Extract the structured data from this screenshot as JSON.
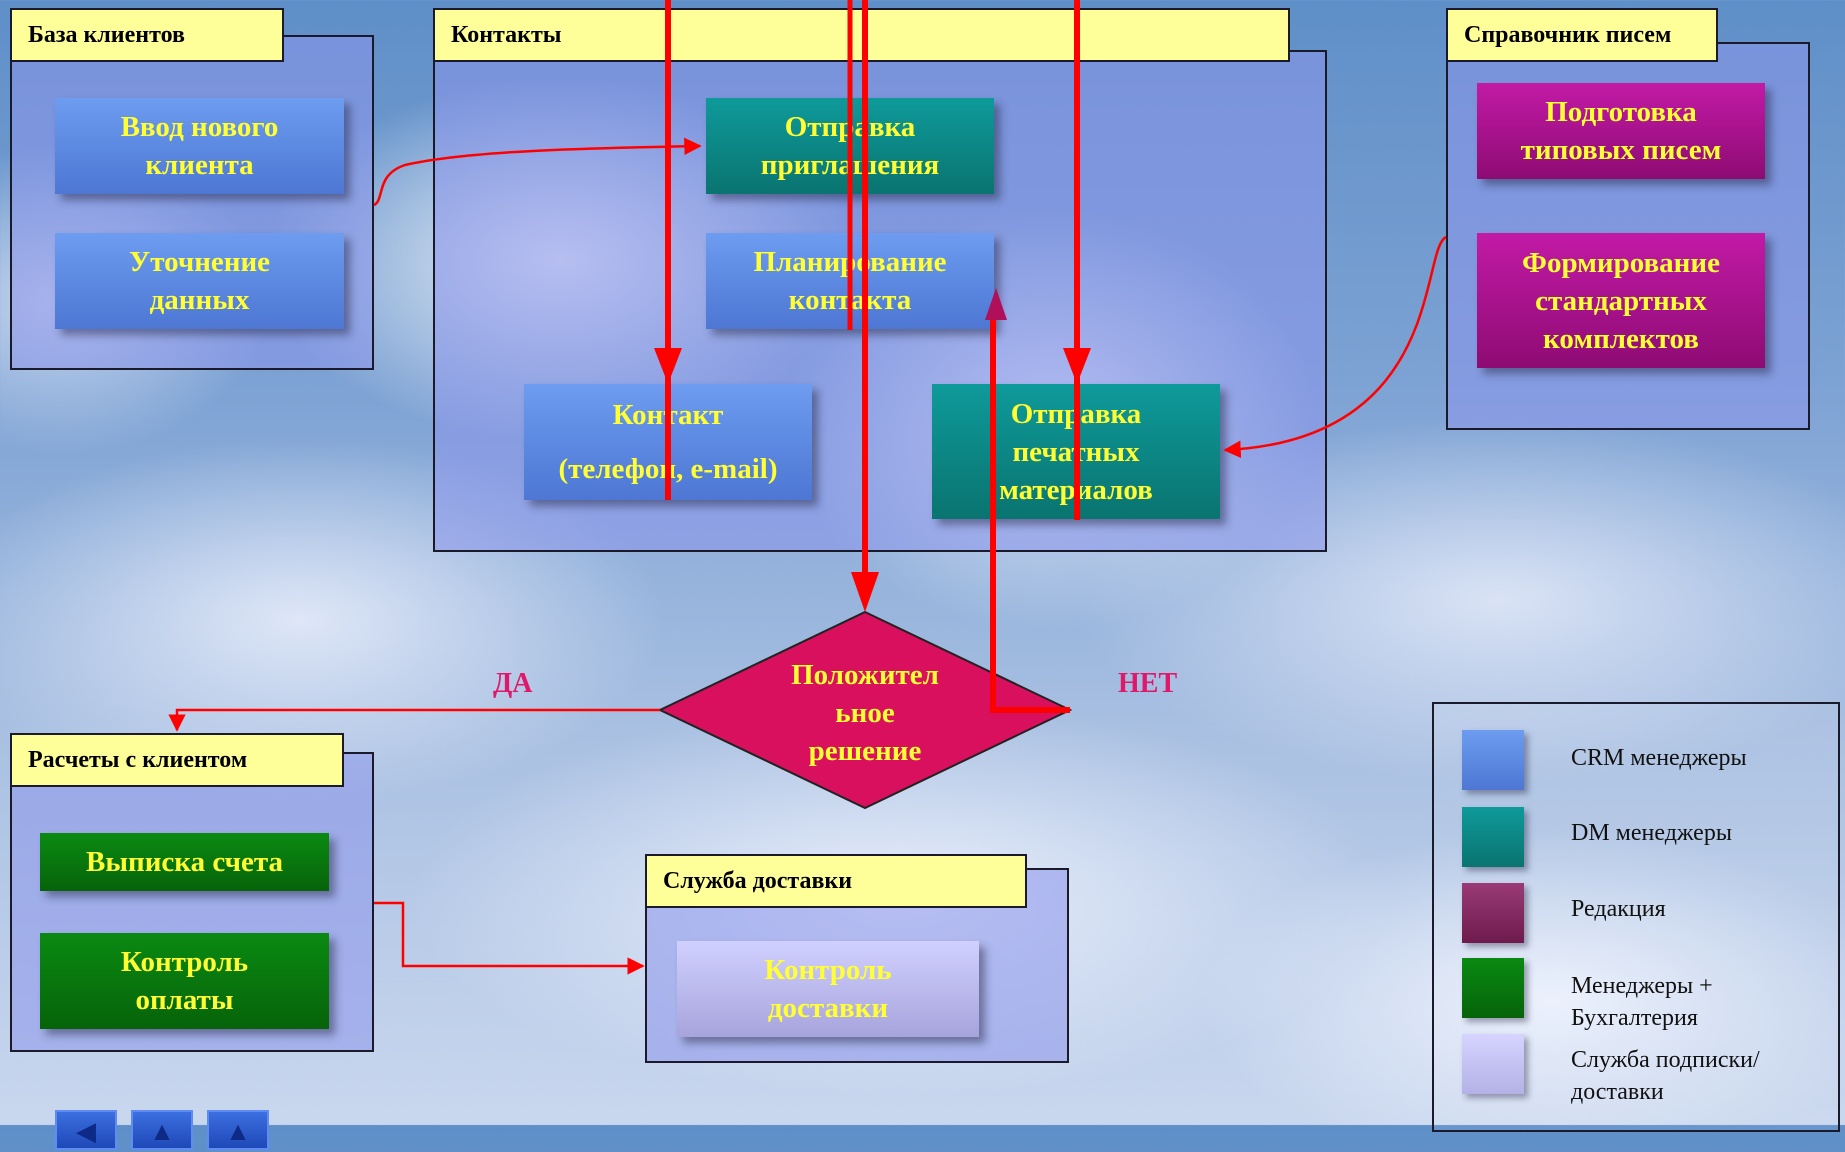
{
  "panels": {
    "clients": {
      "title": "База клиентов"
    },
    "contacts": {
      "title": "Контакты"
    },
    "letters": {
      "title": "Справочник писем"
    },
    "billing": {
      "title": "Расчеты с клиентом"
    },
    "delivery": {
      "title": "Служба доставки"
    }
  },
  "boxes": {
    "new_client": [
      "Ввод нового",
      "клиента"
    ],
    "refine_data": [
      "Уточнение",
      "данных"
    ],
    "send_invite": [
      "Отправка",
      "приглашения"
    ],
    "plan_contact": [
      "Планирование",
      "контакта"
    ],
    "contact": [
      "Контакт",
      "(телефон, e-mail)"
    ],
    "send_print": [
      "Отправка",
      "печатных",
      "материалов"
    ],
    "prep_letters": [
      "Подготовка",
      "типовых писем"
    ],
    "form_kits": [
      "Формирование",
      "стандартных",
      "комплектов"
    ],
    "invoice": [
      "Выписка счета"
    ],
    "payment_control": [
      "Контроль",
      "оплаты"
    ],
    "delivery_control": [
      "Контроль",
      "доставки"
    ]
  },
  "decision": {
    "lines": [
      "Положител",
      "ьное",
      "решение"
    ],
    "yes": "ДА",
    "no": "НЕТ"
  },
  "legend": [
    {
      "text": "CRM менеджеры",
      "color": "#5a86e0"
    },
    {
      "text": "DM менеджеры",
      "color": "#0e8a88"
    },
    {
      "text": "Редакция",
      "color": "#8a2a66"
    },
    {
      "text": "Менеджеры + Бухгалтерия",
      "color": "#077a0c"
    },
    {
      "text": "Служба подписки/ доставки",
      "color": "#c4c2f2"
    }
  ],
  "colors": {
    "arrow": "#ff0000",
    "tab": "#ffff99",
    "box_text": "#ffff33",
    "decision": "#d8105e"
  },
  "nav": [
    "prev-icon",
    "home-icon",
    "up-icon"
  ]
}
